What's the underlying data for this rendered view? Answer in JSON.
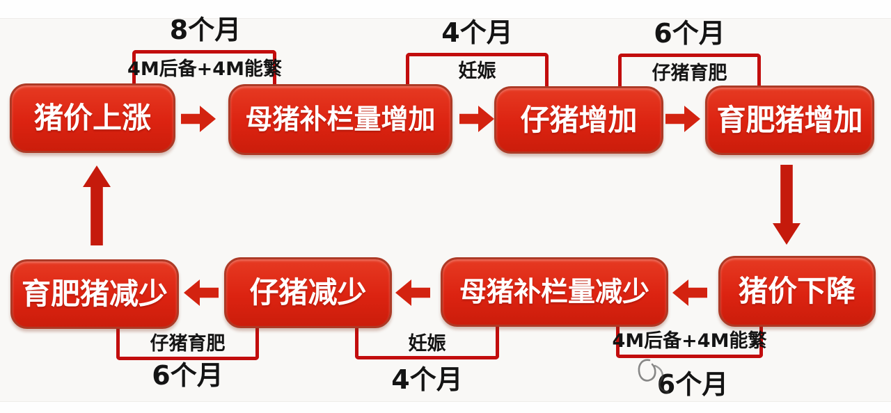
{
  "colors": {
    "background": "#f9f8f6",
    "box_fill": "#dc2311",
    "box_gradient_top": "#e63a22",
    "box_gradient_bottom": "#cb1d0b",
    "box_border": "#ad3a26",
    "box_text": "#ffffff",
    "arrow": "#d32310",
    "arrow_dark": "#c51a0c",
    "bracket": "#c20d0d",
    "label_text": "#141414"
  },
  "nodes": [
    {
      "id": "pig-price-rise",
      "label": "猪价上涨"
    },
    {
      "id": "sow-restocking-increase",
      "label": "母猪补栏量增加"
    },
    {
      "id": "piglets-increase",
      "label": "仔猪增加"
    },
    {
      "id": "fattening-pigs-increase",
      "label": "育肥猪增加"
    },
    {
      "id": "pig-price-fall",
      "label": "猪价下降"
    },
    {
      "id": "sow-restocking-decrease",
      "label": "母猪补栏量减少"
    },
    {
      "id": "piglets-decrease",
      "label": "仔猪减少"
    },
    {
      "id": "fattening-pigs-decrease",
      "label": "育肥猪减少"
    }
  ],
  "connectors": [
    {
      "from": "猪价上涨",
      "to": "母猪补栏量增加",
      "duration": "8个月",
      "detail": "4M后备+4M能繁",
      "position": "top"
    },
    {
      "from": "母猪补栏量增加",
      "to": "仔猪增加",
      "duration": "4个月",
      "detail": "妊娠",
      "position": "top"
    },
    {
      "from": "仔猪增加",
      "to": "育肥猪增加",
      "duration": "6个月",
      "detail": "仔猪育肥",
      "position": "top"
    },
    {
      "from": "仔猪减少",
      "to": "育肥猪减少",
      "duration": "6个月",
      "detail": "仔猪育肥",
      "position": "bottom"
    },
    {
      "from": "母猪补栏量减少",
      "to": "仔猪减少",
      "duration": "4个月",
      "detail": "妊娠",
      "position": "bottom"
    },
    {
      "from": "猪价下降",
      "to": "母猪补栏量减少",
      "duration": "6个月",
      "detail": "4M后备+4M能繁",
      "position": "bottom"
    }
  ]
}
